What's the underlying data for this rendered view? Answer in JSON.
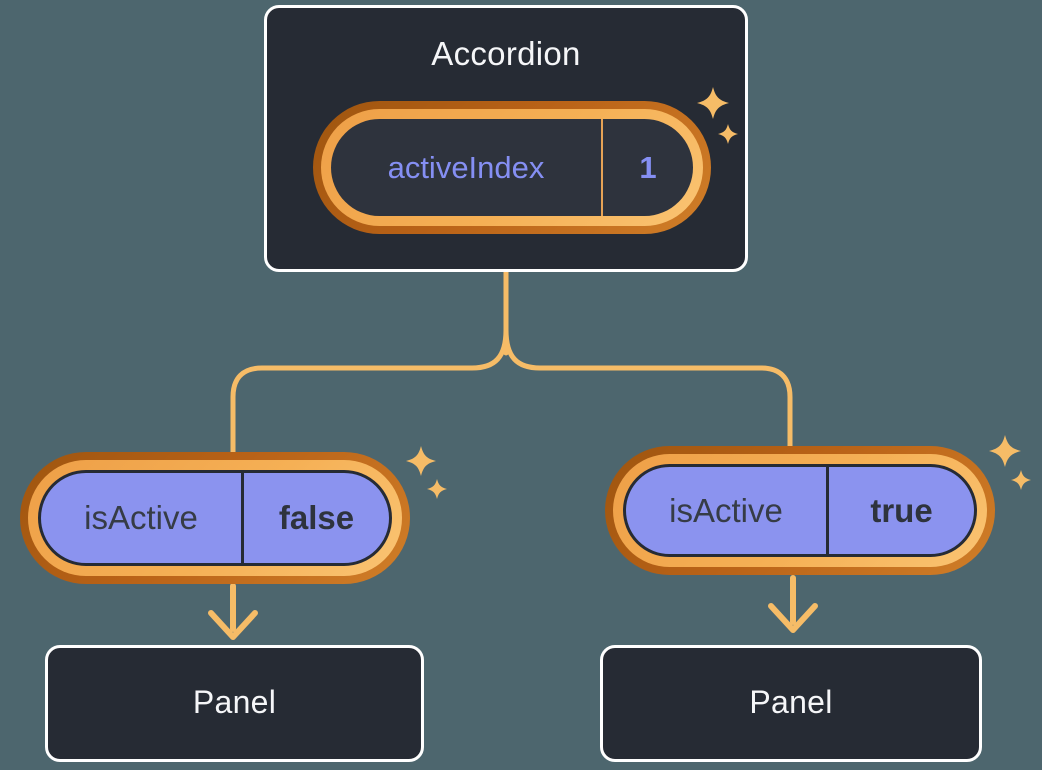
{
  "colors": {
    "background": "#4D666E",
    "card_background": "#262B34",
    "card_border": "#FFFFFF",
    "accent_orange": "#F6BC67",
    "ring_dark_orange": "#B96217",
    "ring_light_orange": "#F5B055",
    "pill_purple_fill": "#8B93EF",
    "purple_text": "#858FF3",
    "dark_text": "#363C46"
  },
  "accordion": {
    "title": "Accordion",
    "state_pill": {
      "label": "activeIndex",
      "value": "1"
    }
  },
  "left_branch": {
    "prop_pill": {
      "label": "isActive",
      "value": "false"
    },
    "panel": {
      "title": "Panel"
    }
  },
  "right_branch": {
    "prop_pill": {
      "label": "isActive",
      "value": "true"
    },
    "panel": {
      "title": "Panel"
    }
  }
}
